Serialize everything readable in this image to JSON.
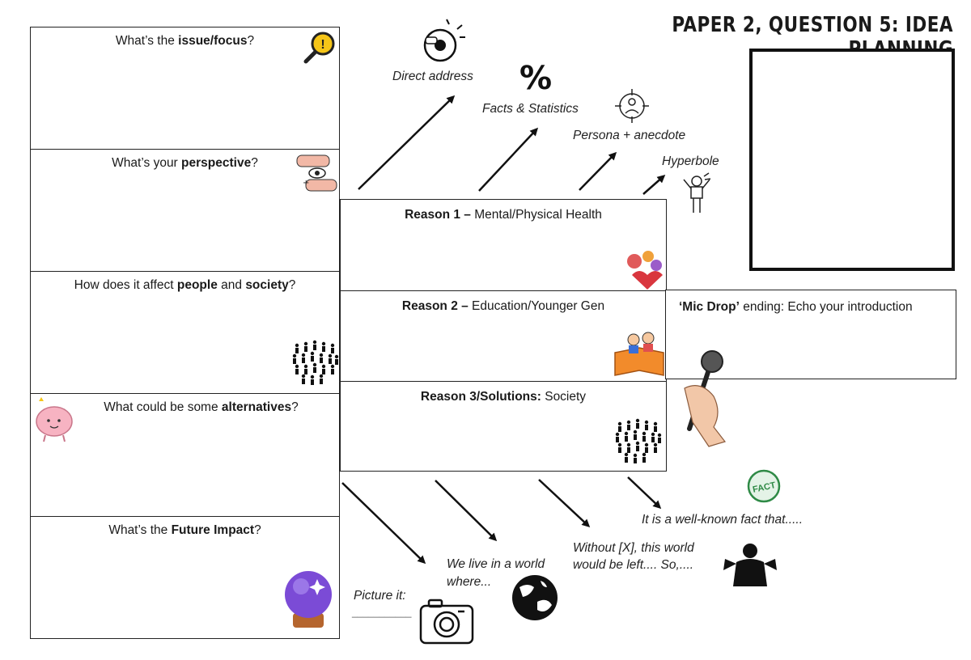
{
  "title": "PAPER 2, QUESTION 5: IDEA PLANNING",
  "questions": [
    {
      "before": "What’s the ",
      "bold": "issue/focus",
      "after": "?"
    },
    {
      "before": "What’s your ",
      "bold": "perspective",
      "after": "?"
    },
    {
      "before": "How does it affect ",
      "bold": "people",
      "middle": " and ",
      "bold2": "society",
      "after": "?"
    },
    {
      "before": "What could be some ",
      "bold": "alternatives",
      "after": "?"
    },
    {
      "before": "What’s the ",
      "bold": "Future Impact",
      "after": "?"
    }
  ],
  "reasons": [
    {
      "bold": "Reason 1 –",
      "text": " Mental/Physical Health"
    },
    {
      "bold": "Reason 2 –",
      "text": " Education/Younger Gen"
    },
    {
      "bold": "Reason 3/Solutions:",
      "text": " Society"
    }
  ],
  "mic_drop": {
    "bold": "‘Mic Drop’",
    "text": " ending: Echo your introduction"
  },
  "techniques_top": [
    "Direct address",
    "Facts & Statistics",
    "Persona + anecdote",
    "Hyperbole"
  ],
  "techniques_bottom": {
    "fact": "It is a well-known fact that.....",
    "without_line1": "Without [X], this world",
    "without_line2": "would be left.... So,....",
    "live_line1": "We live in a world",
    "live_line2": "where...",
    "picture": "Picture it:",
    "picture_blank": "___________"
  },
  "icons": {
    "percent": "%",
    "fact_stamp": "FACT"
  },
  "colors": {
    "ink": "#1a1a1a",
    "magnifier": "#f5c518",
    "orb": "#7b4bd6"
  }
}
